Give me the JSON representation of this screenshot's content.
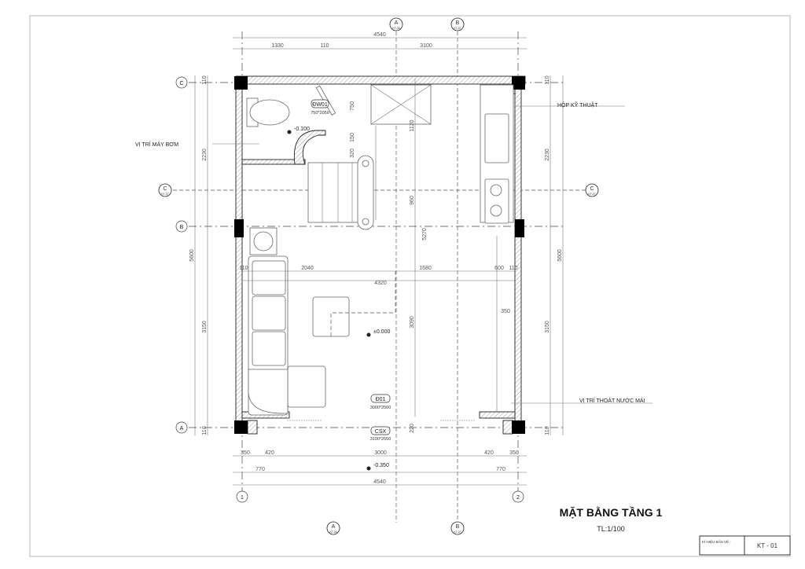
{
  "drawing": {
    "title": "MẶT BẰNG TẦNG 1",
    "scale": "TL:1/100",
    "title_block": {
      "label": "KÍ HIỆU BẢN VẼ :",
      "code": "KT - 01"
    },
    "annotations": {
      "technical_box": "HỘP KỸ THUẬT",
      "pump_location": "VỊ TRÍ MÁY BƠM",
      "roof_drain_location": "VỊ TRÍ THOÁT NƯỚC MÁI"
    },
    "grid_axes": {
      "v1": "1",
      "v2": "2",
      "hA": "A",
      "hB": "B",
      "hC": "C"
    },
    "section_marks": {
      "a": {
        "letter": "A",
        "sheet": "KT-06"
      },
      "b": {
        "letter": "B",
        "sheet": "KT-07"
      },
      "c": {
        "letter": "C",
        "sheet": "KT-07"
      }
    },
    "doors": {
      "dw01": {
        "tag": "ĐW01",
        "size": "750*2050"
      },
      "d01": {
        "tag": "Đ01",
        "size": "3000*2500"
      },
      "csx": {
        "tag": "CSX",
        "size": "3100*2550"
      }
    },
    "levels": {
      "wc": "-0.100",
      "floor": "±0.000",
      "outside": "-0.350"
    },
    "dimensions": {
      "top_total": "4540",
      "top_1": "1330",
      "top_2": "110",
      "top_3": "3100",
      "bottom_1": "350",
      "bottom_2": "420",
      "bottom_3": "3000",
      "bottom_4": "420",
      "bottom_5": "350",
      "bottom_770a": "770",
      "bottom_770b": "770",
      "bottom_total": "4540",
      "left_total": "5600",
      "left_1": "110",
      "left_2": "2230",
      "left_3": "3150",
      "left_4": "110",
      "right_total": "5600",
      "right_1": "110",
      "right_2": "2230",
      "right_3": "3150",
      "right_4": "110",
      "inner_750": "750",
      "inner_150": "150",
      "inner_320": "320",
      "inner_1120": "1120",
      "inner_960": "960",
      "inner_5270": "5270",
      "inner_3090": "3090",
      "inner_220": "220",
      "inner_2040": "2040",
      "inner_1680": "1680",
      "inner_600": "600",
      "inner_4320": "4320",
      "inner_350": "350",
      "inner_110a": "110",
      "inner_110b": "110"
    }
  }
}
